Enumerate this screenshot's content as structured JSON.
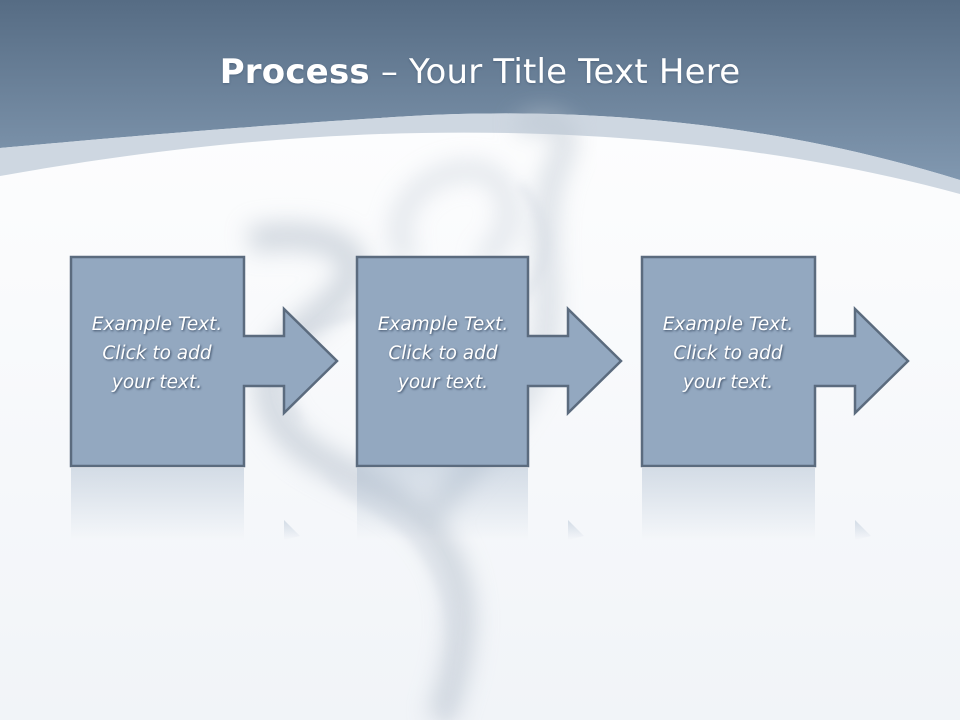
{
  "slide": {
    "title_bold": "Process",
    "title_rest": " – Your Title Text Here"
  },
  "colors": {
    "header_dark": "#5a7088",
    "header_light": "#7f96ae",
    "box_fill": "#93a8c0",
    "box_border": "#5b6b7e",
    "background": "#f4f6f9"
  },
  "steps": [
    {
      "line1": "Example Text.",
      "line2": "Click  to add",
      "line3": "your text."
    },
    {
      "line1": "Example Text.",
      "line2": "Click  to add",
      "line3": "your text."
    },
    {
      "line1": "Example Text.",
      "line2": "Click  to add",
      "line3": "your text."
    }
  ]
}
